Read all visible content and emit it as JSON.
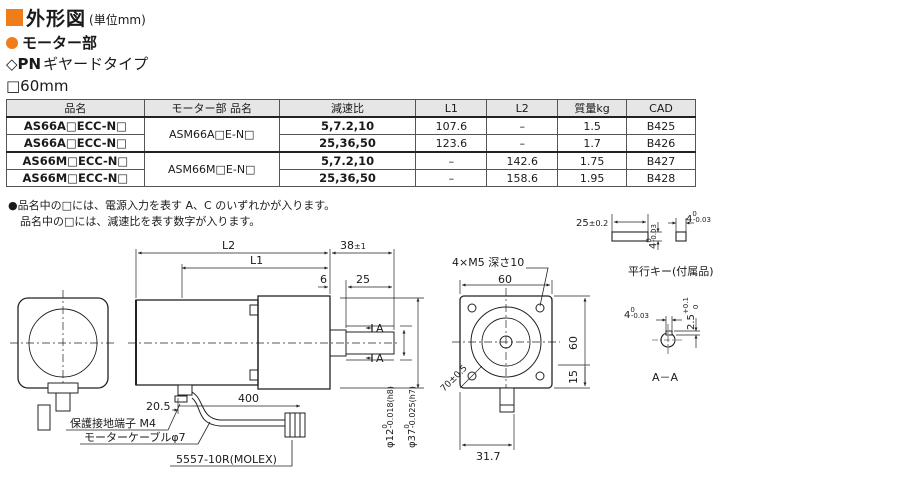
{
  "header": {
    "title": "外形図",
    "unit_note": "(単位mm)",
    "section": "モーター部",
    "gear_type_prefix": "◇",
    "gear_type_bold": "PN",
    "gear_type_rest": "ギヤードタイプ",
    "frame_size": "□60mm"
  },
  "table": {
    "headers": [
      "品名",
      "モーター部 品名",
      "減速比",
      "L1",
      "L2",
      "質量kg",
      "CAD"
    ],
    "rows": [
      {
        "name": "AS66A□ECC-N□",
        "motor": "ASM66A□E-N□",
        "ratio": "5,7.2,10",
        "l1": "107.6",
        "l2": "–",
        "mass": "1.5",
        "cad": "B425"
      },
      {
        "name": "AS66A□ECC-N□",
        "motor": "",
        "ratio": "25,36,50",
        "l1": "123.6",
        "l2": "–",
        "mass": "1.7",
        "cad": "B426"
      },
      {
        "name": "AS66M□ECC-N□",
        "motor": "ASM66M□E-N□",
        "ratio": "5,7.2,10",
        "l1": "–",
        "l2": "142.6",
        "mass": "1.75",
        "cad": "B427"
      },
      {
        "name": "AS66M□ECC-N□",
        "motor": "",
        "ratio": "25,36,50",
        "l1": "–",
        "l2": "158.6",
        "mass": "1.95",
        "cad": "B428"
      }
    ]
  },
  "notes": {
    "note1": "●品名中の□には、電源入力を表す A、C のいずれかが入ります。",
    "note2": "品名中の□には、減速比を表す数字が入ります。"
  },
  "dims": {
    "l2": "L2",
    "l1": "L1",
    "d38": "38",
    "d38_tol": "±1",
    "d6": "6",
    "d25": "25",
    "d20_5": "20.5",
    "d400": "400",
    "sec_a": "A",
    "sec_a2": "A",
    "shaft12": "φ12",
    "shaft12_tol": "-0.018(h8)",
    "shaft12_tol_top": "0",
    "pilot37": "φ37",
    "pilot37_tol": "-0.025(h7)",
    "pilot37_tol_top": "0",
    "ground_label": "保護接地端子 M4",
    "cable_label": "モーターケーブルφ7",
    "connector_label": "5557-10R(MOLEX)",
    "holes": "4×M5 深さ10",
    "d60_top": "60",
    "d60_side": "60",
    "d15": "15",
    "d31_7": "31.7",
    "pcd": "70±0.5",
    "key_25": "25",
    "key_25_tol": "±0.2",
    "key_4": "4",
    "key_4_tol": "-0.03",
    "key_4_tol_top": "0",
    "key_4h": "4",
    "key_4h_tol": "-0.03",
    "key_4h_tol_top": "0",
    "key_caption": "平行キー(付属品)",
    "sec_4": "4",
    "sec_4_tol": "-0.03",
    "sec_4_tol_top": "0",
    "sec_2_5": "2.5",
    "sec_2_5_tol": "+0.1",
    "sec_2_5_tol_bot": "0",
    "sec_caption": "A－A"
  }
}
